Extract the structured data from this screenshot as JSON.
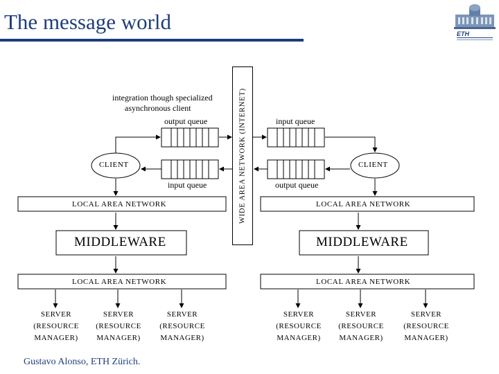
{
  "title": "The message world",
  "footer": "Gustavo Alonso,  ETH Zürich.",
  "logo": {
    "text": "ETH",
    "icon": "eth-building-logo"
  },
  "wan_label": "WIDE AREA NETWORK (INTERNET)",
  "left": {
    "annotation_line1": "integration though specialized",
    "annotation_line2": "asynchronous client",
    "output_queue": "output queue",
    "input_queue": "input queue",
    "client": "CLIENT",
    "lan_top": "LOCAL AREA NETWORK",
    "middleware": "MIDDLEWARE",
    "lan_bottom": "LOCAL AREA NETWORK",
    "servers": [
      {
        "line1": "SERVER",
        "line2": "(RESOURCE",
        "line3": "MANAGER)"
      },
      {
        "line1": "SERVER",
        "line2": "(RESOURCE",
        "line3": "MANAGER)"
      },
      {
        "line1": "SERVER",
        "line2": "(RESOURCE",
        "line3": "MANAGER)"
      }
    ]
  },
  "right": {
    "input_queue": "input queue",
    "output_queue": "output queue",
    "client": "CLIENT",
    "lan_top": "LOCAL AREA NETWORK",
    "middleware": "MIDDLEWARE",
    "lan_bottom": "LOCAL AREA NETWORK",
    "servers": [
      {
        "line1": "SERVER",
        "line2": "(RESOURCE",
        "line3": "MANAGER)"
      },
      {
        "line1": "SERVER",
        "line2": "(RESOURCE",
        "line3": "MANAGER)"
      },
      {
        "line1": "SERVER",
        "line2": "(RESOURCE",
        "line3": "MANAGER)"
      }
    ]
  }
}
